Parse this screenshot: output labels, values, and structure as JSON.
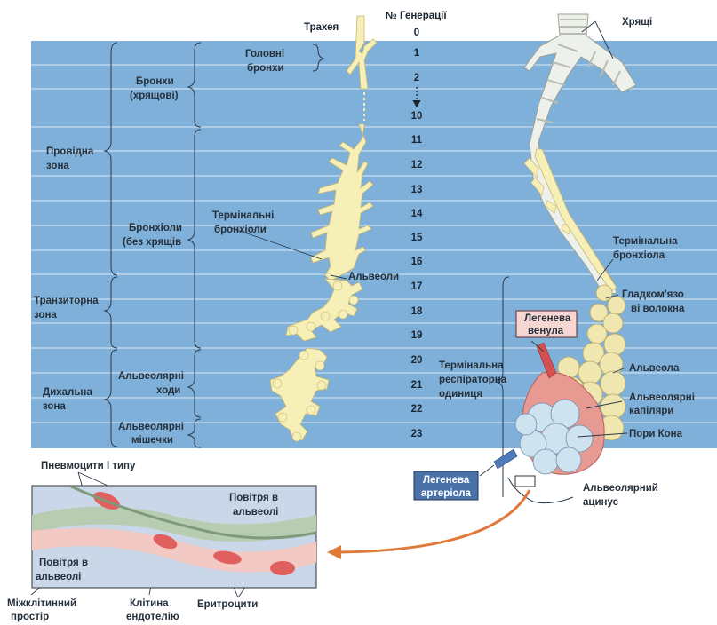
{
  "header": {
    "trachea": "Трахея",
    "generation_title": "№ Генерації"
  },
  "generations": [
    "0",
    "1",
    "2",
    "10",
    "11",
    "12",
    "13",
    "14",
    "15",
    "16",
    "17",
    "18",
    "19",
    "20",
    "21",
    "22",
    "23"
  ],
  "zones": {
    "conducting": [
      "Провідна",
      "зона"
    ],
    "transitional": [
      "Транзиторна",
      "зона"
    ],
    "respiratory": [
      "Дихальна",
      "зона"
    ]
  },
  "segments": {
    "main_bronchi": [
      "Головні",
      "бронхи"
    ],
    "bronchi": [
      "Бронхи",
      "(хрящові)"
    ],
    "bronchioles": [
      "Бронхіоли",
      "(без хрящів"
    ],
    "terminal_bronchioles": [
      "Термінальні",
      "бронхіоли"
    ],
    "alveoli": "Альвеоли",
    "alveolar_ducts": [
      "Альвеолярні",
      "ходи"
    ],
    "alveolar_sacs": [
      "Альвеолярні",
      "мішечки"
    ]
  },
  "right_labels": {
    "cartilage": "Хрящі",
    "terminal_bronchiole": [
      "Термінальна",
      "бронхіола"
    ],
    "smooth_muscle": [
      "Гладком'язо",
      "ві волокна"
    ],
    "pulmonary_venule": [
      "Легенева",
      "венула"
    ],
    "terminal_resp_unit": [
      "Термінальна",
      "респіраторна",
      "одиниця"
    ],
    "alveolus": "Альвеола",
    "alveolar_capillaries": [
      "Альвеолярні",
      "капіляри"
    ],
    "pores_kohn": "Пори Кона",
    "pulmonary_arteriole": [
      "Легенева",
      "артеріола"
    ],
    "alveolar_acinus": [
      "Альвеолярний",
      "ацинус"
    ]
  },
  "inset": {
    "pneumocytes": "Пневмоцити І типу",
    "air_top": [
      "Повітря в",
      "альвеолі"
    ],
    "air_bottom": [
      "Повітря в",
      "альвеолі"
    ],
    "interstitial": [
      "Міжклітинний",
      "простір"
    ],
    "endothelial": [
      "Клітина",
      "ендотелію"
    ],
    "erythrocytes": "Еритроцити"
  },
  "colors": {
    "band_blue": "#7fb0da",
    "band_line": "#c9def0",
    "airway": "#f7efb8",
    "label_box_pink": "#f6d6d2",
    "label_box_blue": "#4a72a8"
  }
}
